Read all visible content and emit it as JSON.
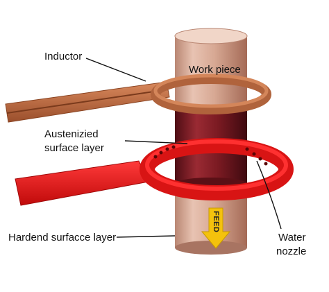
{
  "labels": {
    "inductor": "Inductor",
    "work_piece": "Work piece",
    "austenized_line1": "Austenizied",
    "austenized_line2": "surface layer",
    "hardened": "Hardend  surfacce layer",
    "water_line1": "Water",
    "water_line2": "nozzle",
    "feed": "FEED"
  },
  "colors": {
    "copper": "#c0714a",
    "workpiece": "#d9a690",
    "austenized": "#7a1a22",
    "water_ring": "#e01818",
    "feed_arrow": "#f4c20d"
  }
}
